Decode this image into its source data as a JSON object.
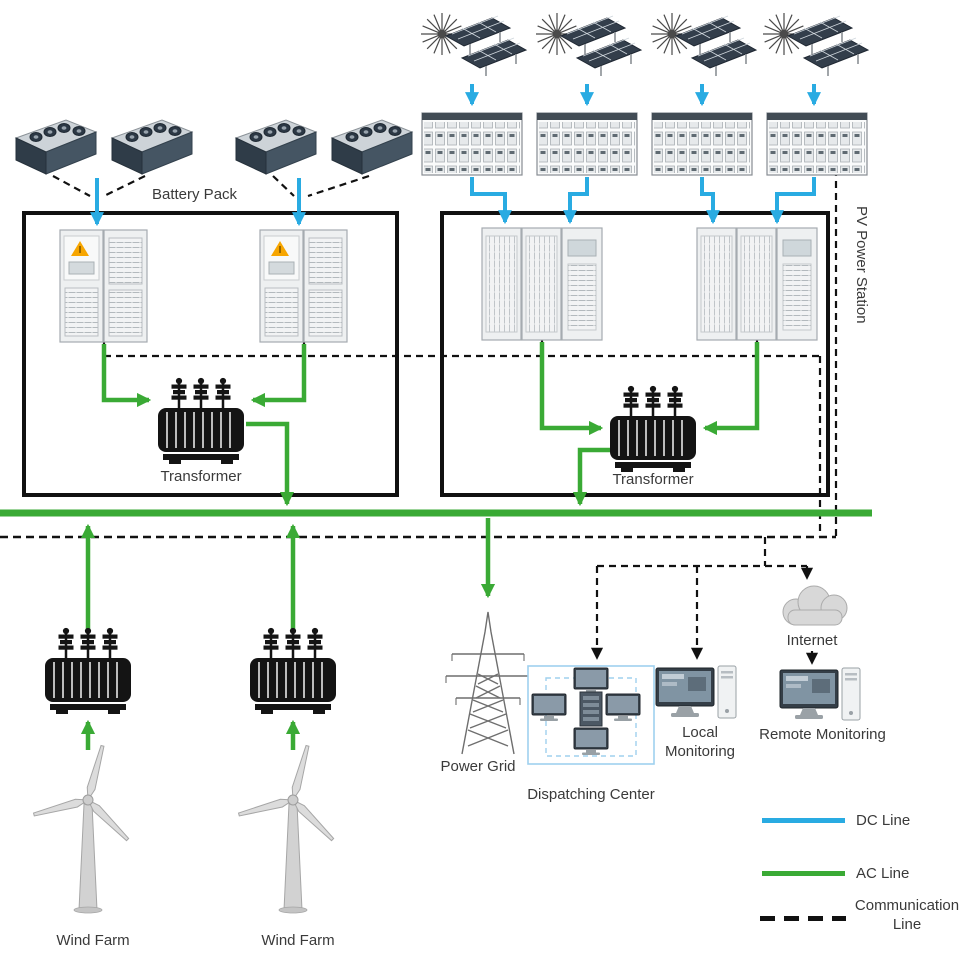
{
  "colors": {
    "dc": "#29abe2",
    "ac": "#3aaa35",
    "comm": "#111111",
    "text": "#3a3a3a",
    "box": "#111111",
    "dispatch": "#9fd0ee"
  },
  "labels": {
    "battery_pack": "Battery Pack",
    "pv_power_station": "PV Power Station",
    "transformer": "Transformer",
    "wind_farm": "Wind Farm",
    "power_grid": "Power Grid",
    "dispatching_center": "Dispatching Center",
    "local_monitoring": "Local Monitoring",
    "remote_monitoring": "Remote Monitoring",
    "internet": "Internet"
  },
  "legend": {
    "dc": "DC Line",
    "ac": "AC Line",
    "comm": "Communication Line"
  },
  "icons": {
    "battery-icon": "battery storage module",
    "pv-array-icon": "tilted solar panels with sun",
    "combiner-box-icon": "PV combiner box rack",
    "inverter-cabinet-icon": "power conversion cabinets",
    "transformer-icon": "oil transformer with bushings",
    "wind-turbine-icon": "three-blade wind turbine",
    "grid-tower-icon": "transmission lattice tower",
    "monitor-icon": "desktop monitor",
    "tower-pc-icon": "computer tower",
    "server-icon": "server rack",
    "cloud-icon": "internet cloud"
  }
}
